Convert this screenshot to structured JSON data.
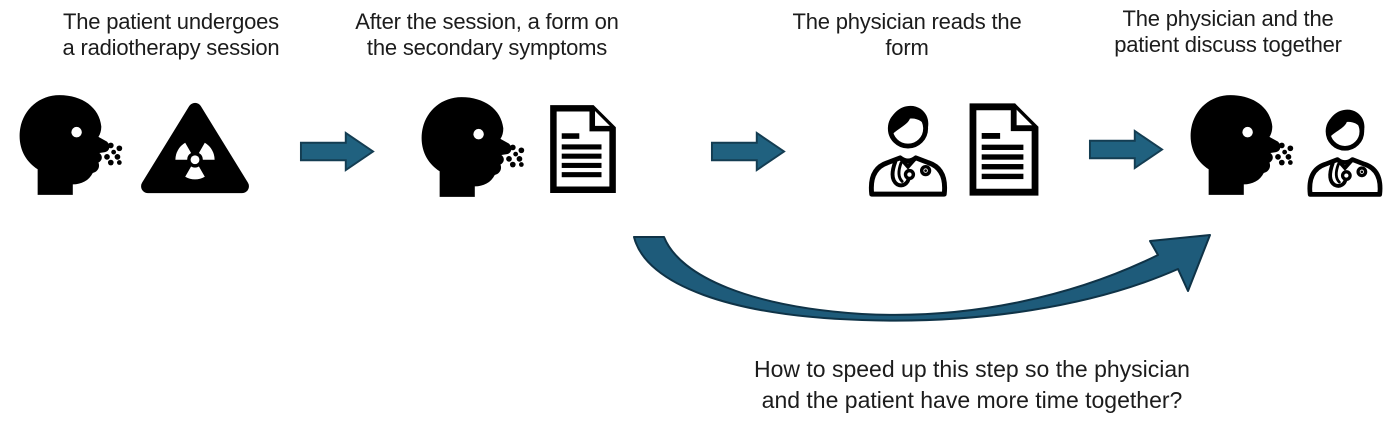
{
  "steps": [
    {
      "line1": "The patient undergoes",
      "line2": "a radiotherapy session",
      "icons": [
        "patient-coughing-icon",
        "radiation-warning-icon"
      ]
    },
    {
      "line1": "After the session, a form on",
      "line2": "the secondary symptoms",
      "icons": [
        "patient-coughing-icon",
        "form-document-icon"
      ]
    },
    {
      "line1": "The physician reads the",
      "line2": "form",
      "icons": [
        "physician-icon",
        "form-document-icon"
      ]
    },
    {
      "line1": "The physician and the",
      "line2": "patient discuss together",
      "icons": [
        "patient-coughing-icon",
        "physician-icon"
      ]
    }
  ],
  "annotation": {
    "line1": "How to speed up this step so the physician",
    "line2": "and the patient have more time together?"
  },
  "colors": {
    "flow_arrow_fill": "#20617F",
    "flow_arrow_stroke": "#143D52",
    "swoosh_arrow_fill": "#1E5B7A",
    "swoosh_arrow_stroke": "#0F3347",
    "icon_color": "#000000",
    "text_color": "#1C1C1C",
    "background": "#FFFFFF"
  }
}
